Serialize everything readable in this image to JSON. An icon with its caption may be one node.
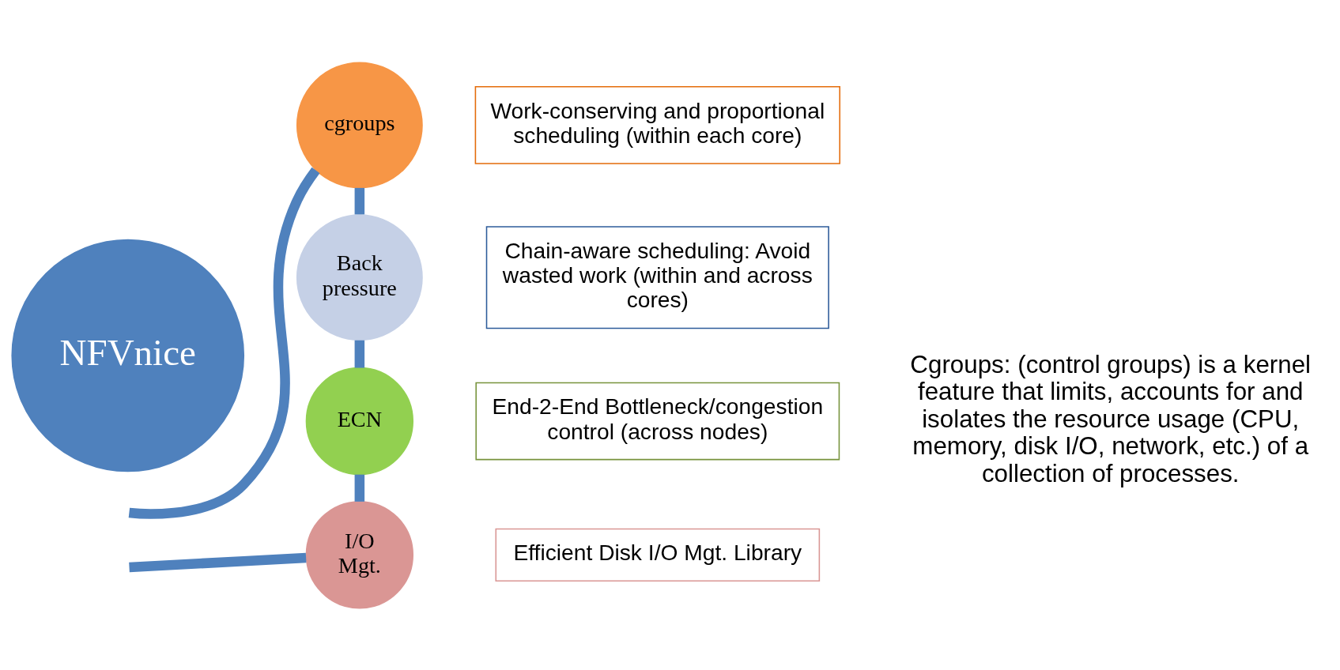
{
  "diagram": {
    "nodes": [
      {
        "text": [
          "NFVnice"
        ]
      },
      {
        "text": [
          "cgroups"
        ]
      },
      {
        "text": [
          "Work-conserving and proportional scheduling (within each core)"
        ]
      },
      {
        "text": [
          "Back pressure"
        ]
      },
      {
        "text": [
          "Chain-aware scheduling: Avoid wasted work (within and across cores)"
        ]
      },
      {
        "text": [
          "ECN"
        ]
      },
      {
        "text": [
          "End-2-End Bottleneck/congestion control (across nodes)"
        ]
      },
      {
        "text": [
          "I/O Mgt."
        ]
      },
      {
        "text": [
          "Efficient Disk I/O Mgt. Library"
        ]
      }
    ],
    "edges": [
      {
        "from": null,
        "to": 1,
        "arrow": "none"
      },
      {
        "from": 1,
        "to": 3,
        "arrow": "none"
      },
      {
        "from": 3,
        "to": 5,
        "arrow": "none"
      },
      {
        "from": 5,
        "to": 7,
        "arrow": "none"
      },
      {
        "from": 7,
        "to": null,
        "arrow": "none"
      }
    ],
    "labels": [
      "Cgroups: (control groups) is a kernel feature that limits, accounts for and isolates the resource usage (CPU, memory, disk I/O, network, etc.) of a collection of processes."
    ]
  }
}
